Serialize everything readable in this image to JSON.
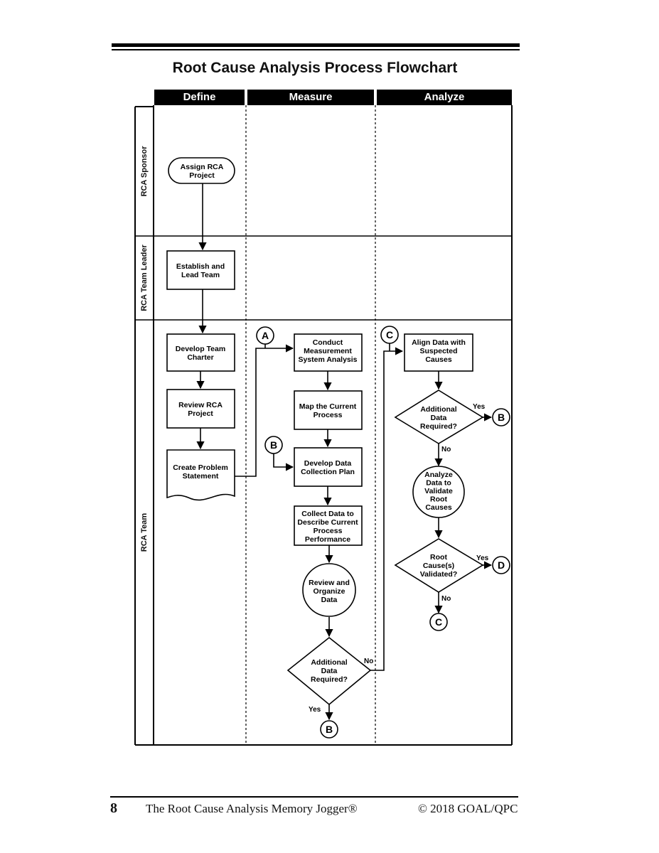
{
  "title": "Root Cause Analysis Process Flowchart",
  "phases": [
    "Define",
    "Measure",
    "Analyze"
  ],
  "lanes": [
    "RCA Sponsor",
    "RCA Team Leader",
    "RCA Team"
  ],
  "nodes": {
    "assign": [
      "Assign RCA",
      "Project"
    ],
    "establish": [
      "Establish and",
      "Lead Team"
    ],
    "charter": [
      "Develop Team",
      "Charter"
    ],
    "review_project": [
      "Review RCA",
      "Project"
    ],
    "problem": [
      "Create Problem",
      "Statement"
    ],
    "conduct": [
      "Conduct",
      "Measurement",
      "System Analysis"
    ],
    "map": [
      "Map the Current",
      "Process"
    ],
    "plan": [
      "Develop Data",
      "Collection Plan"
    ],
    "collect": [
      "Collect Data to",
      "Describe Current",
      "Process",
      "Performance"
    ],
    "organize": [
      "Review and",
      "Organize",
      "Data"
    ],
    "decision1": [
      "Additional",
      "Data",
      "Required?"
    ],
    "align": [
      "Align Data with",
      "Suspected",
      "Causes"
    ],
    "decision2": [
      "Additional",
      "Data",
      "Required?"
    ],
    "analyze": [
      "Analyze",
      "Data to",
      "Validate",
      "Root",
      "Causes"
    ],
    "decision3": [
      "Root",
      "Cause(s)",
      "Validated?"
    ]
  },
  "connectors": {
    "a_in": "A",
    "b_in": "B",
    "c_in": "C",
    "b_out1": "B",
    "b_out2": "B",
    "d_out": "D",
    "c_out": "C"
  },
  "edge_labels": {
    "yes": "Yes",
    "no": "No"
  },
  "footer": {
    "page": "8",
    "book": "The Root Cause Analysis Memory Jogger®",
    "copyright": "© 2018 GOAL/QPC"
  }
}
